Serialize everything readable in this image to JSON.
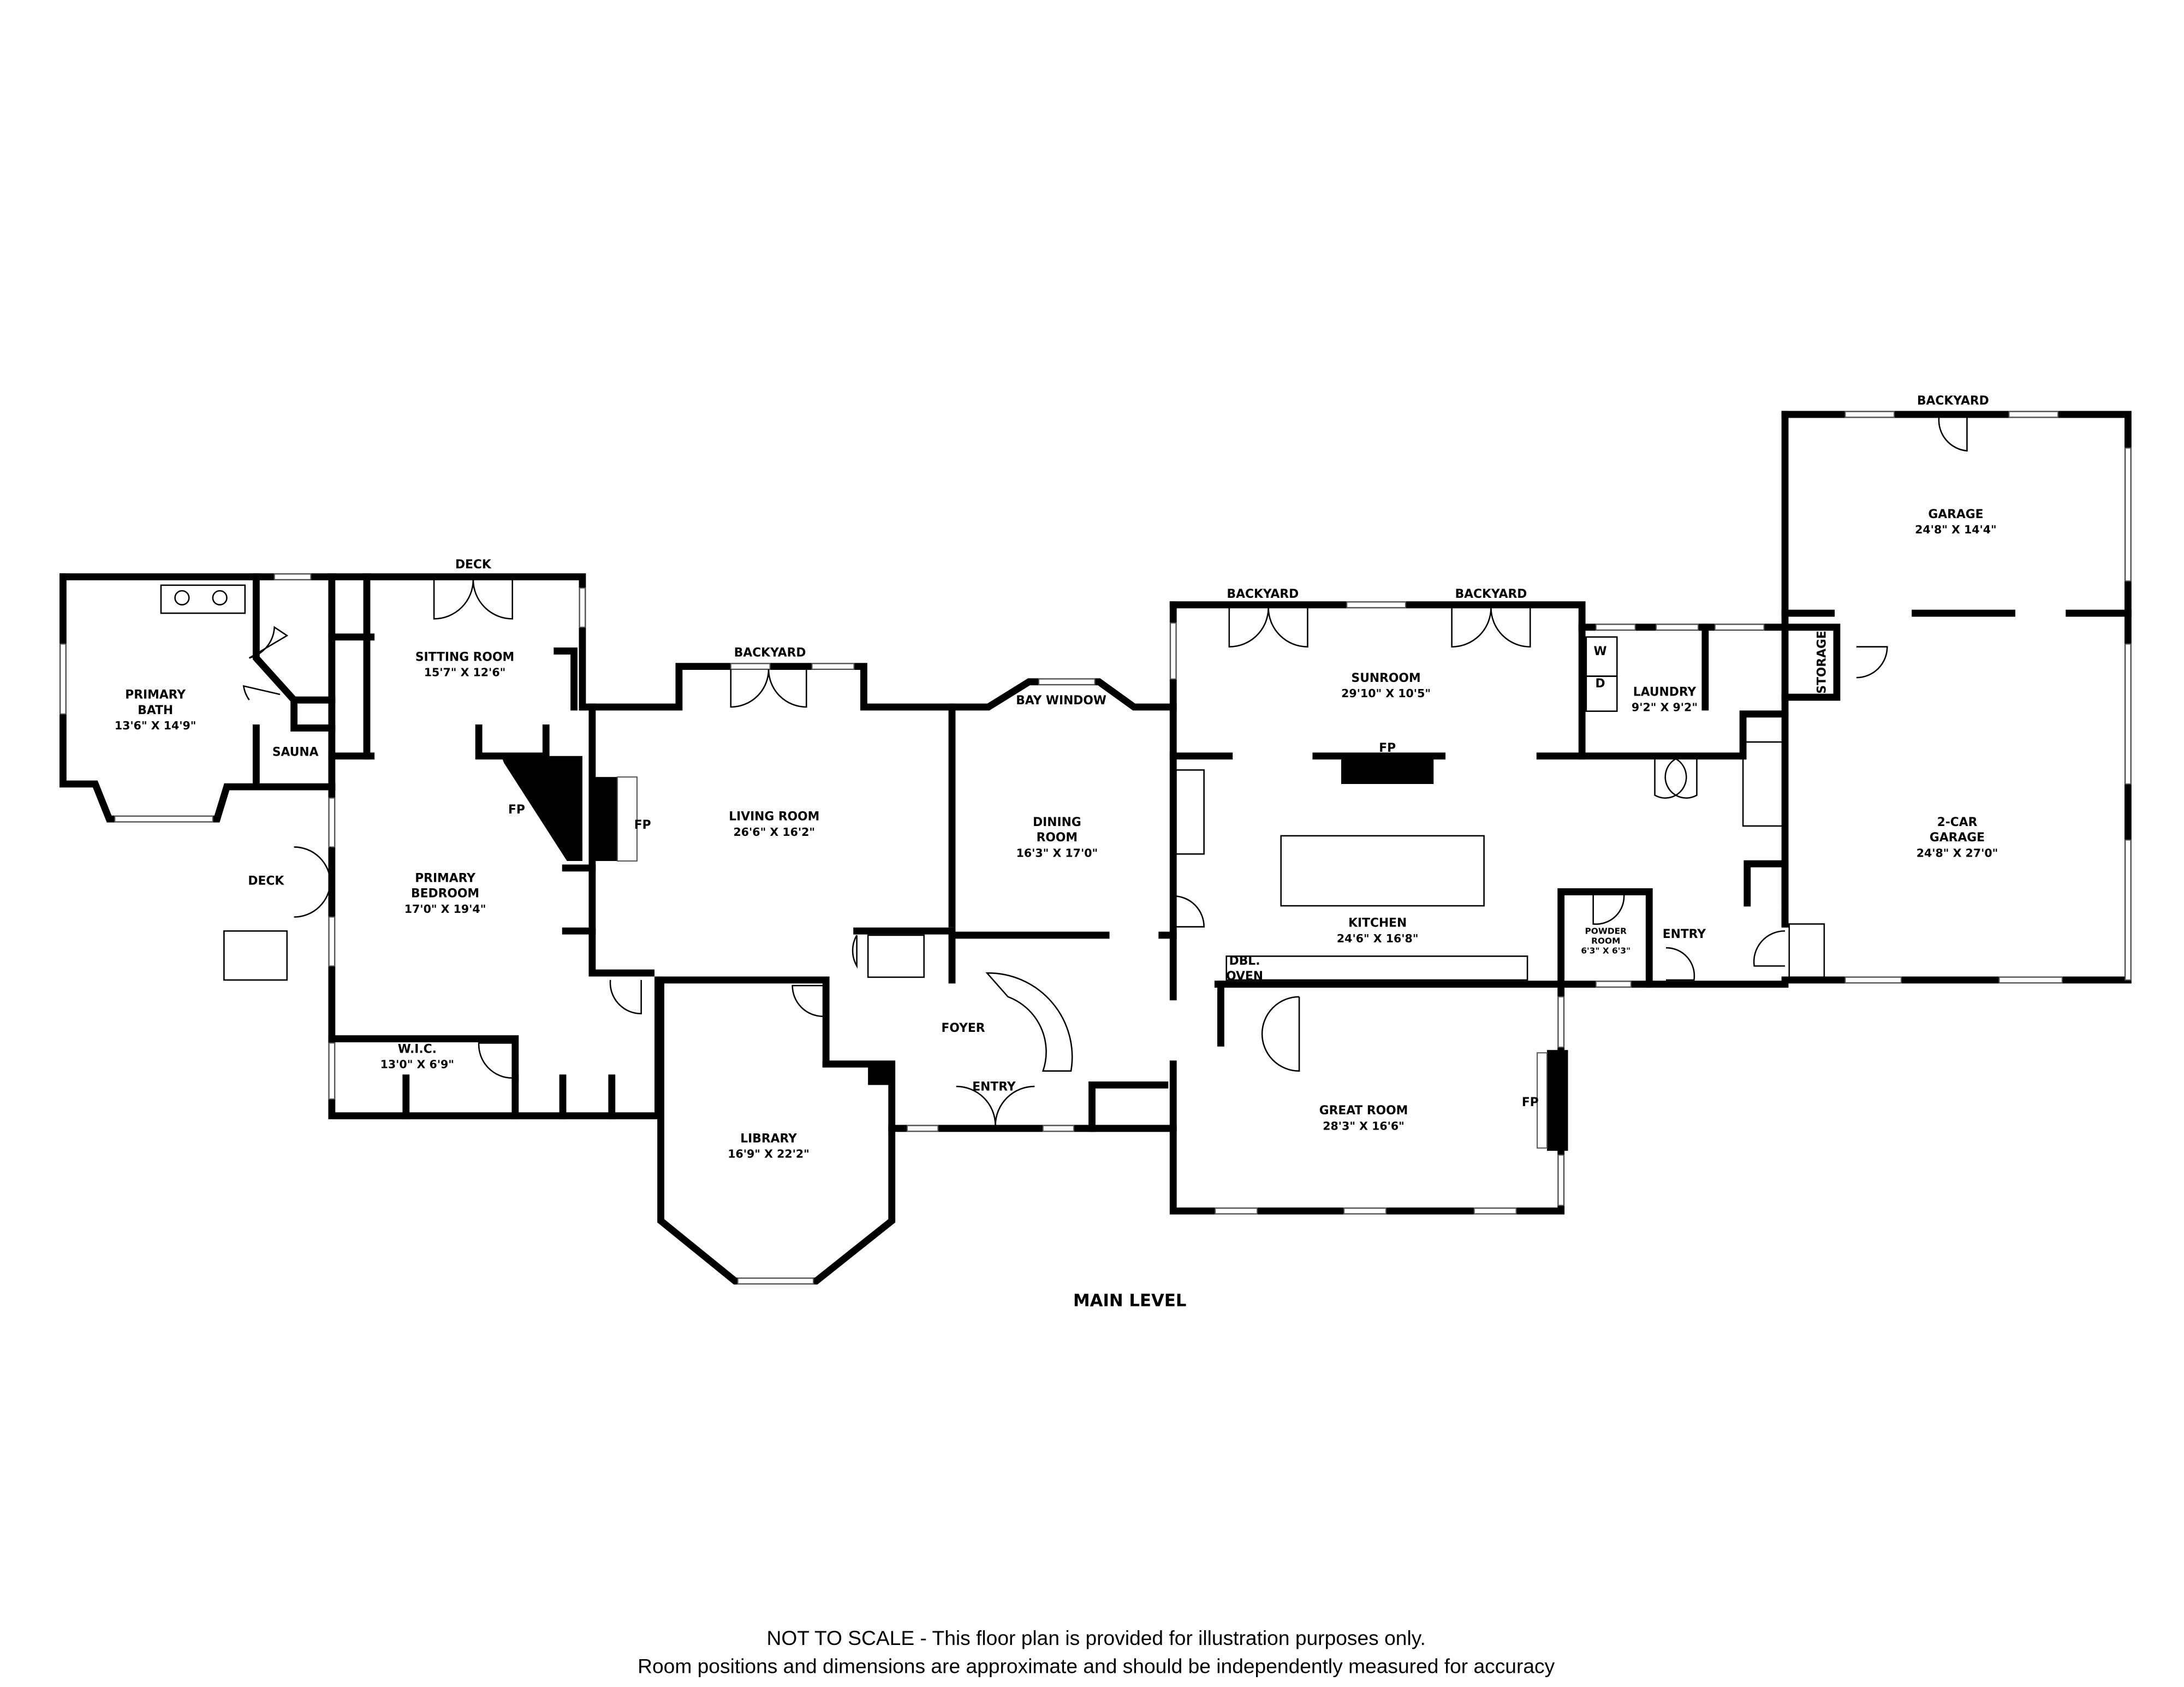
{
  "plan": {
    "level_title": "MAIN LEVEL",
    "disclaimer_line1": "NOT TO SCALE - This floor plan is provided for illustration purposes only.",
    "disclaimer_line2": "Room positions and dimensions are approximate and should be independently measured for accuracy",
    "wall_color": "#000000",
    "background": "#ffffff"
  },
  "rooms": {
    "primary_bath": {
      "name1": "PRIMARY",
      "name2": "BATH",
      "dims": "13'6\" X 14'9\""
    },
    "sauna": {
      "name": "SAUNA"
    },
    "deck_top": {
      "name": "DECK"
    },
    "sitting_room": {
      "name": "SITTING ROOM",
      "dims": "15'7\" X 12'6\""
    },
    "deck_side": {
      "name": "DECK"
    },
    "primary_bedroom": {
      "name1": "PRIMARY",
      "name2": "BEDROOM",
      "dims": "17'0\" X 19'4\""
    },
    "fp_bedroom": {
      "name": "FP"
    },
    "fp_living": {
      "name": "FP"
    },
    "wic": {
      "name": "W.I.C.",
      "dims": "13'0\" X 6'9\""
    },
    "living_backyard": {
      "name": "BACKYARD"
    },
    "living_room": {
      "name": "LIVING ROOM",
      "dims": "26'6\" X 16'2\""
    },
    "bay_window": {
      "name": "BAY WINDOW"
    },
    "dining_room": {
      "name1": "DINING",
      "name2": "ROOM",
      "dims": "16'3\" X 17'0\""
    },
    "foyer": {
      "name": "FOYER"
    },
    "entry_front": {
      "name": "ENTRY"
    },
    "library": {
      "name": "LIBRARY",
      "dims": "16'9\" X 22'2\""
    },
    "sunroom_backyard_1": {
      "name": "BACKYARD"
    },
    "sunroom_backyard_2": {
      "name": "BACKYARD"
    },
    "sunroom": {
      "name": "SUNROOM",
      "dims": "29'10\" X 10'5\""
    },
    "fp_sunroom": {
      "name": "FP"
    },
    "kitchen": {
      "name": "KITCHEN",
      "dims": "24'6\" X 16'8\""
    },
    "dbl_oven": {
      "name1": "DBL.",
      "name2": "OVEN"
    },
    "great_room": {
      "name": "GREAT ROOM",
      "dims": "28'3\" X 16'6\""
    },
    "fp_great": {
      "name": "FP"
    },
    "laundry": {
      "name": "LAUNDRY",
      "dims": "9'2\" X 9'2\"",
      "washer": "W",
      "dryer": "D"
    },
    "powder_room": {
      "name1": "POWDER",
      "name2": "ROOM",
      "dims": "6'3\" X 6'3\""
    },
    "entry_side": {
      "name": "ENTRY"
    },
    "storage": {
      "name": "STORAGE"
    },
    "garage_backyard": {
      "name": "BACKYARD"
    },
    "garage": {
      "name": "GARAGE",
      "dims": "24'8\" X 14'4\""
    },
    "two_car_garage": {
      "name1": "2-CAR",
      "name2": "GARAGE",
      "dims": "24'8\" X 27'0\""
    }
  }
}
